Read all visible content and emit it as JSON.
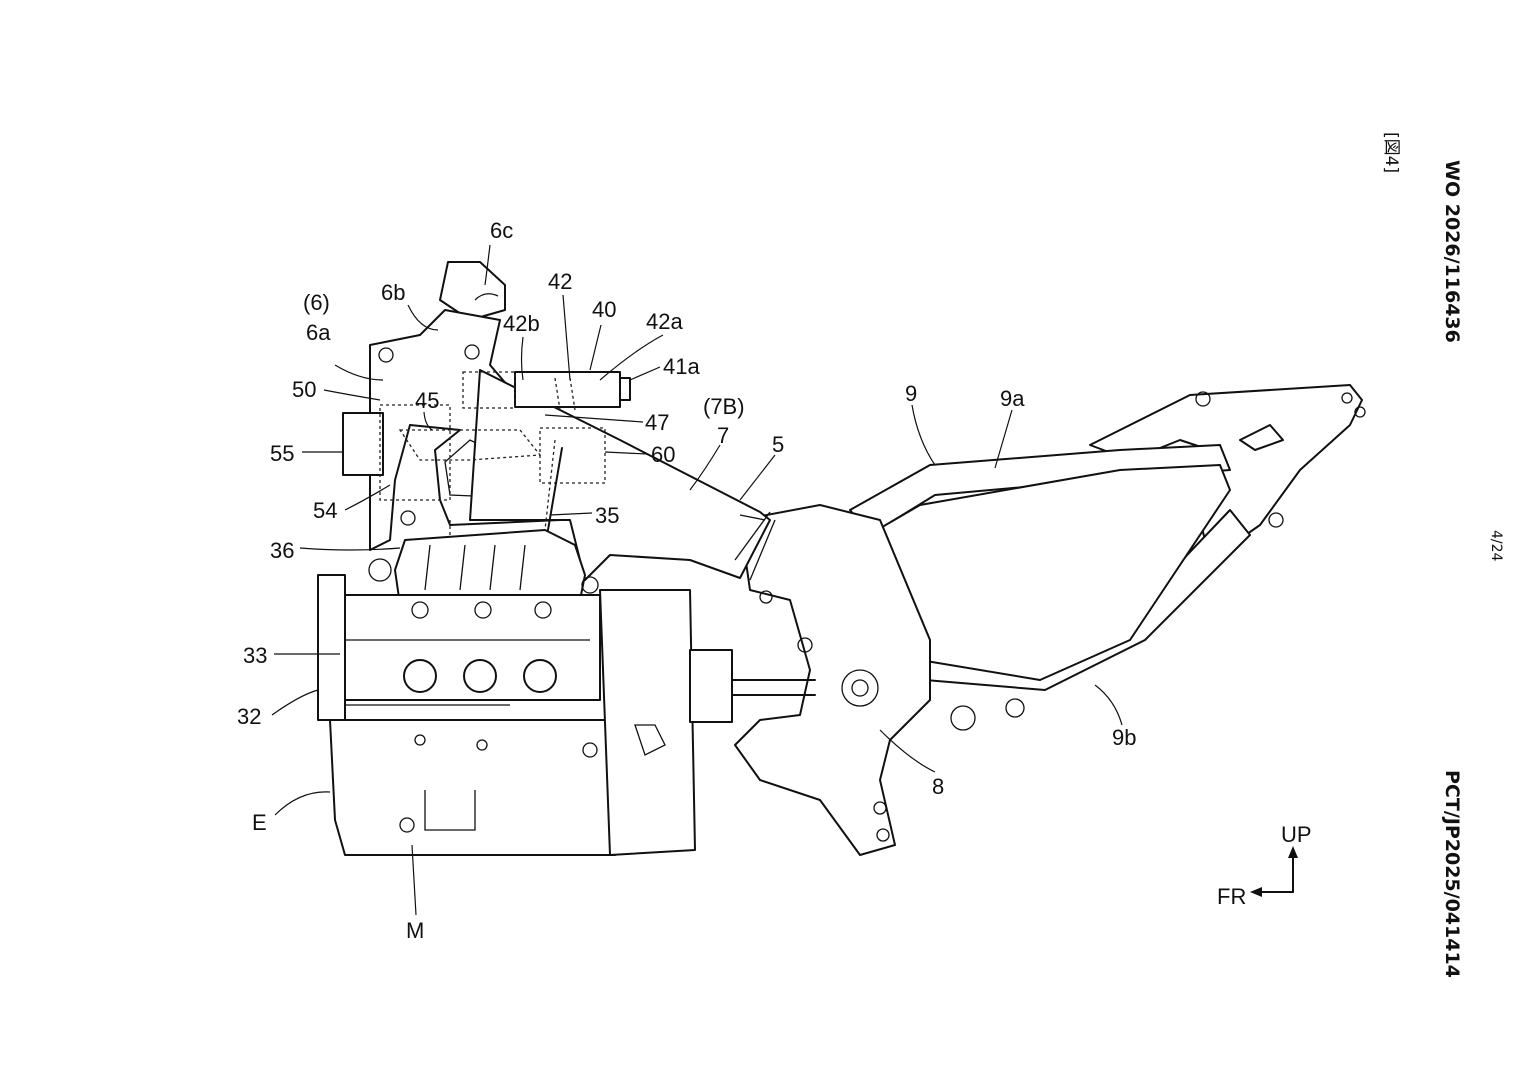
{
  "header": {
    "pub_number": "WO 2026/116436",
    "app_number": "PCT/JP2025/041414",
    "figure_label": "[図4]",
    "page_number": "4/24"
  },
  "direction": {
    "up": "UP",
    "front": "FR"
  },
  "labels": {
    "l_6c": "6c",
    "l_6b": "6b",
    "l_6": "(6)",
    "l_6a": "6a",
    "l_50": "50",
    "l_45": "45",
    "l_55": "55",
    "l_54": "54",
    "l_36": "36",
    "l_33": "33",
    "l_32": "32",
    "l_E": "E",
    "l_M": "M",
    "l_42": "42",
    "l_42b": "42b",
    "l_40": "40",
    "l_42a": "42a",
    "l_41a": "41a",
    "l_47": "47",
    "l_60": "60",
    "l_35": "35",
    "l_7B": "(7B)",
    "l_7": "7",
    "l_5": "5",
    "l_9": "9",
    "l_9a": "9a",
    "l_9b": "9b",
    "l_8": "8"
  }
}
